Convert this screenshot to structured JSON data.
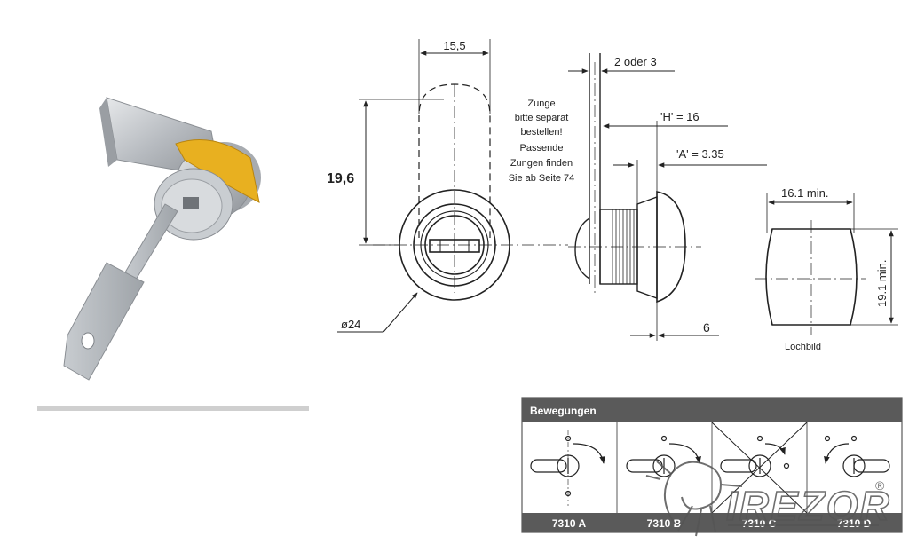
{
  "dimensions": {
    "width_15_5": "15,5",
    "height_19_6": "19,6",
    "diameter_24": "ø24",
    "gap_2_oder_3": "2 oder 3",
    "h_16": "'H' = 16",
    "a_3_35": "'A' = 3.35",
    "six": "6",
    "lochbild_width": "16.1 min.",
    "lochbild_height": "19.1 min."
  },
  "note_lines": [
    "Zunge",
    "bitte separat",
    "bestellen!",
    "Passende",
    "Zungen finden",
    "Sie ab Seite 74"
  ],
  "lochbild_label": "Lochbild",
  "movements": {
    "title": "Bewegungen",
    "labels": [
      "7310 A",
      "7310 B",
      "7310 C",
      "7310 D"
    ]
  },
  "watermark": {
    "text": "IREZOR",
    "mark": "®"
  },
  "colors": {
    "panel_header": "#5a5a5a",
    "yellow_ring": "#e8b020",
    "metal": "#b9bdc2"
  }
}
